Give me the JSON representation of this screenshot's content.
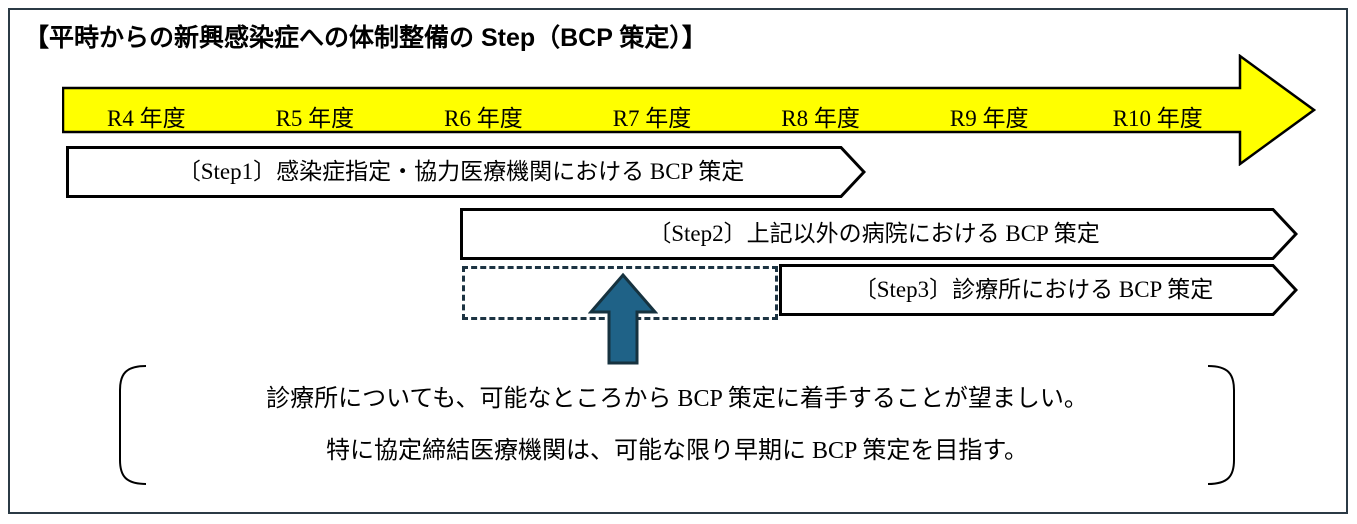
{
  "title": "【平時からの新興感染症への体制整備の Step（BCP 策定）】",
  "timeline": {
    "years": [
      {
        "label": "R4 年度"
      },
      {
        "label": "R5 年度"
      },
      {
        "label": "R6 年度"
      },
      {
        "label": "R7 年度"
      },
      {
        "label": "R8 年度"
      },
      {
        "label": "R9 年度"
      },
      {
        "label": "R10 年度"
      }
    ],
    "arrow_color": "#FFFF00",
    "arrow_border_color": "#000000"
  },
  "steps": [
    {
      "id": "step1",
      "label": "〔Step1〕感染症指定・協力医療機関における BCP 策定"
    },
    {
      "id": "step2",
      "label": "〔Step2〕上記以外の病院における BCP 策定"
    },
    {
      "id": "step3",
      "label": "〔Step3〕診療所における BCP 策定"
    }
  ],
  "highlight": {
    "box_color": "#1C3342",
    "arrow_fill": "#1F6287",
    "arrow_stroke": "#16323F"
  },
  "callout": {
    "line1": "診療所についても、可能なところから BCP 策定に着手することが望ましい。",
    "line2": "特に協定締結医療機関は、可能な限り早期に BCP 策定を目指す。"
  },
  "frame": {
    "border_color": "#2B3A45"
  }
}
